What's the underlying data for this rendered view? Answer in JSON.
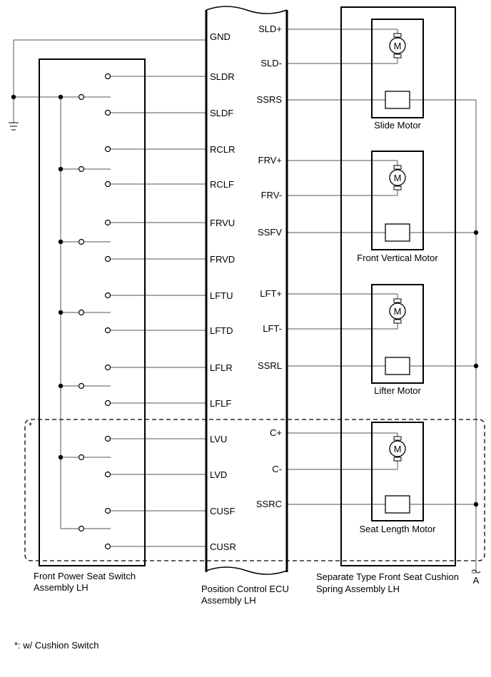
{
  "ecu_left_pins": [
    "GND",
    "SLDR",
    "SLDF",
    "RCLR",
    "RCLF",
    "FRVU",
    "FRVD",
    "LFTU",
    "LFTD",
    "LFLR",
    "LFLF",
    "LVU",
    "LVD",
    "CUSF",
    "CUSR"
  ],
  "ecu_right_pins": [
    "SLD+",
    "SLD-",
    "SSRS",
    "FRV+",
    "FRV-",
    "SSFV",
    "LFT+",
    "LFT-",
    "SSRL",
    "C+",
    "C-",
    "SSRC"
  ],
  "motors": [
    {
      "name": "Slide Motor"
    },
    {
      "name": "Front Vertical Motor"
    },
    {
      "name": "Lifter Motor"
    },
    {
      "name": "Seat Length Motor"
    }
  ],
  "motor_symbol": "M",
  "assemblies": {
    "switch_line1": "Front Power Seat Switch",
    "switch_line2": "Assembly LH",
    "ecu_line1": "Position Control ECU",
    "ecu_line2": "Assembly LH",
    "spring_line1": "Separate Type Front Seat Cushion",
    "spring_line2": "Spring Assembly LH"
  },
  "connector_label": "A",
  "star_marker": "*",
  "footnote": "*: w/ Cushion Switch",
  "colors": {
    "line": "#000000",
    "wire": "#555555",
    "background": "#ffffff"
  }
}
